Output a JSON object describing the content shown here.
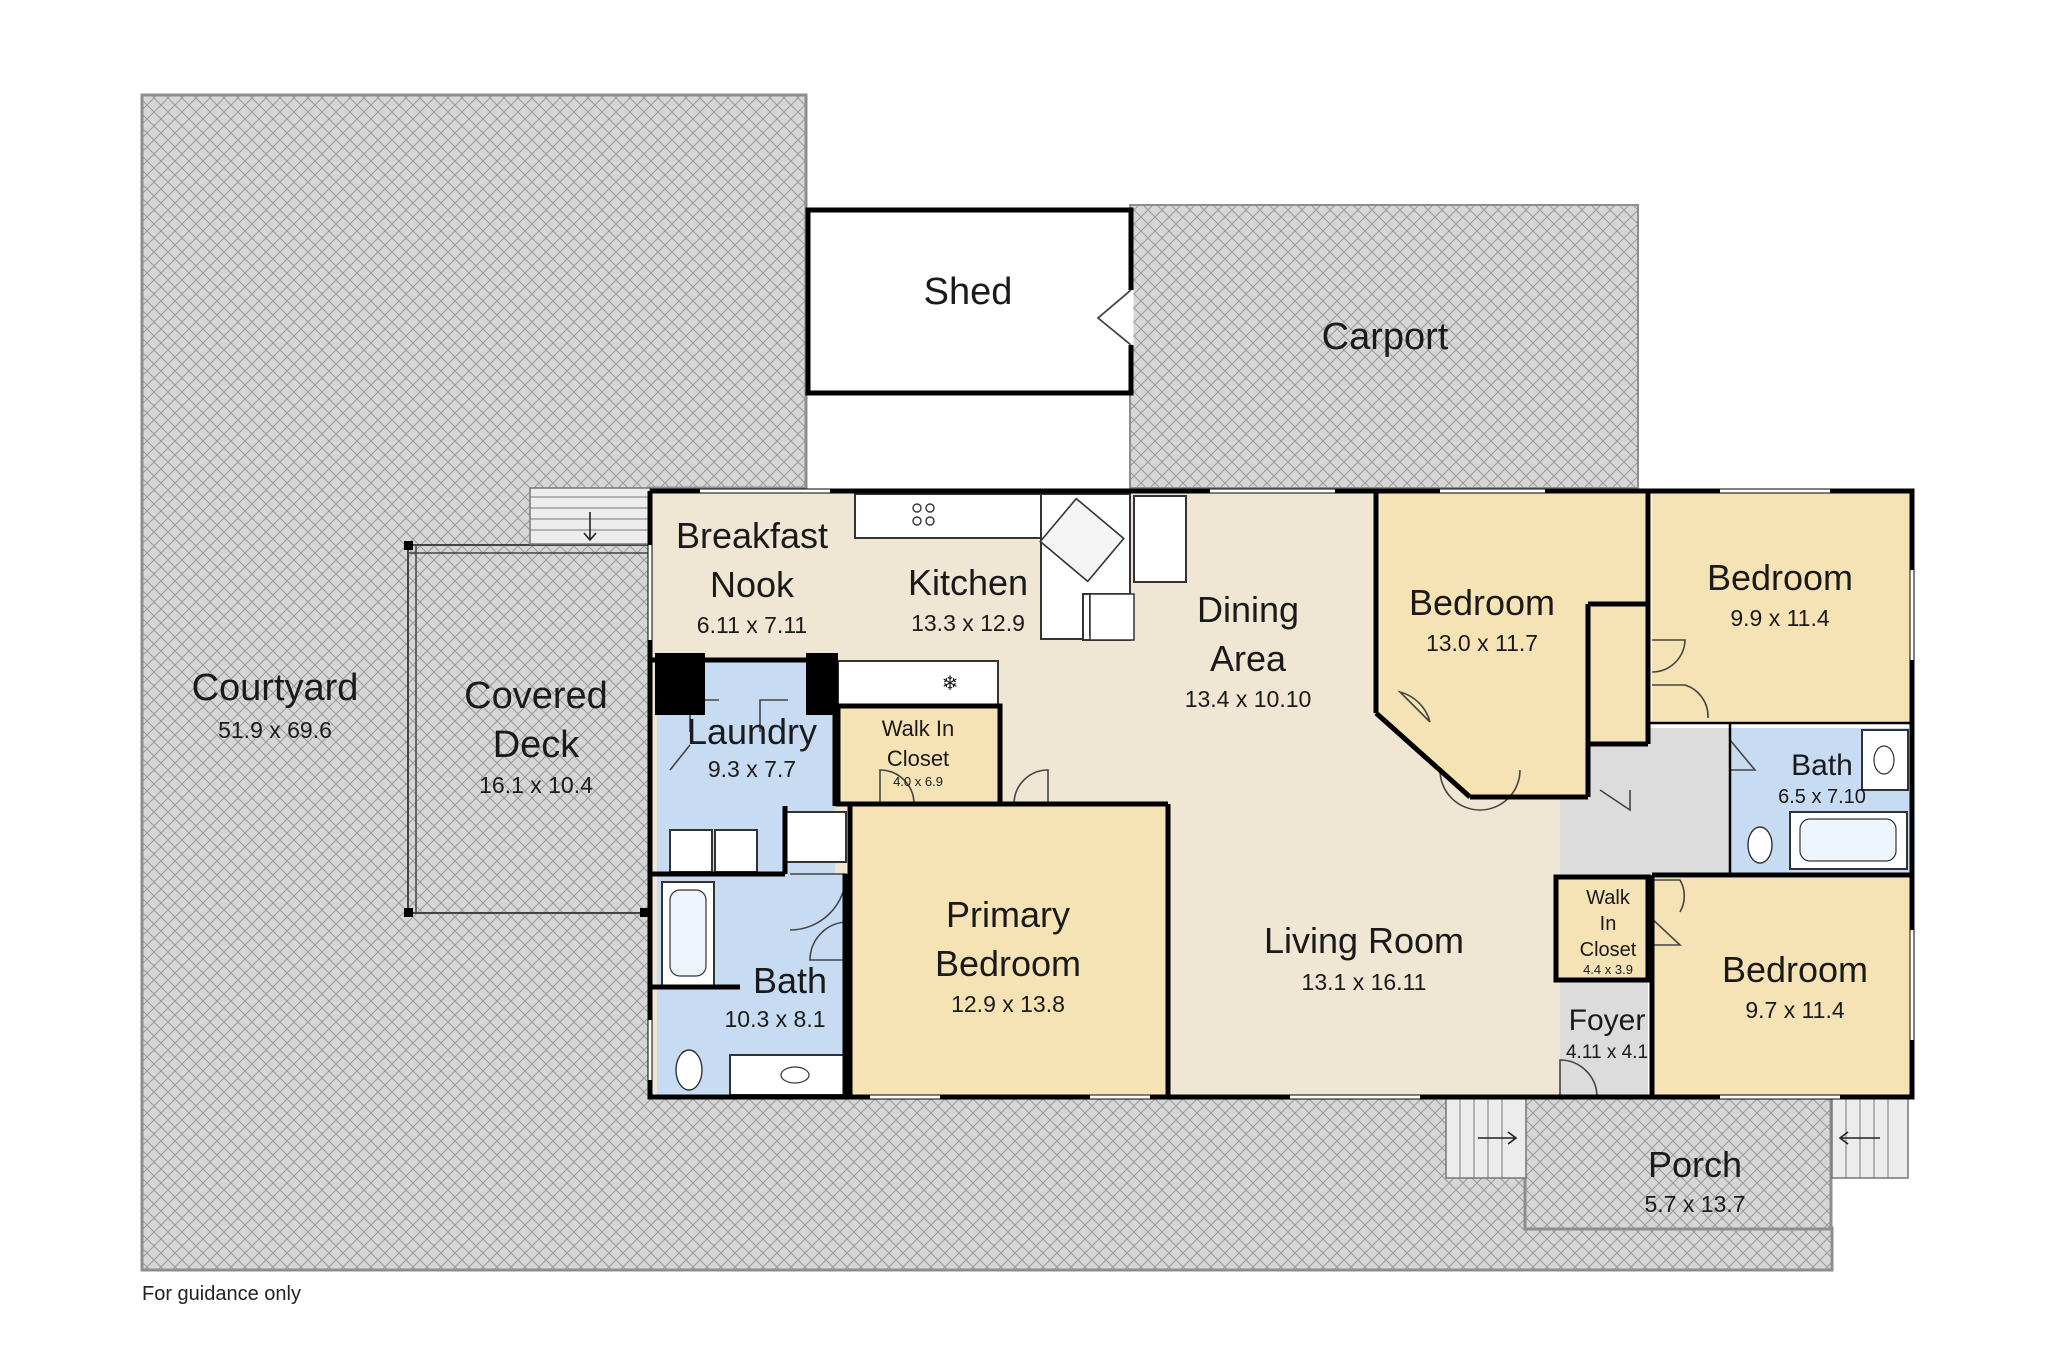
{
  "rooms": {
    "courtyard": {
      "name": "Courtyard",
      "size": "51.9 x 69.6"
    },
    "covered_deck": {
      "name_line1": "Covered",
      "name_line2": "Deck",
      "size": "16.1 x 10.4"
    },
    "shed": {
      "name": "Shed"
    },
    "carport": {
      "name": "Carport"
    },
    "breakfast_nook": {
      "name_line1": "Breakfast",
      "name_line2": "Nook",
      "size": "6.11 x 7.11"
    },
    "kitchen": {
      "name": "Kitchen",
      "size": "13.3 x 12.9"
    },
    "dining_area": {
      "name_line1": "Dining",
      "name_line2": "Area",
      "size": "13.4 x 10.10"
    },
    "bedroom_2": {
      "name": "Bedroom",
      "size": "13.0 x 11.7"
    },
    "bedroom_3": {
      "name": "Bedroom",
      "size": "9.9 x 11.4"
    },
    "laundry": {
      "name": "Laundry",
      "size": "9.3 x 7.7"
    },
    "walk_in_closet_primary": {
      "name_line1": "Walk In",
      "name_line2": "Closet",
      "size": "4.0 x 6.9"
    },
    "bath_main": {
      "name": "Bath",
      "size": "10.3 x 8.1"
    },
    "primary_bedroom": {
      "name_line1": "Primary",
      "name_line2": "Bedroom",
      "size": "12.9 x 13.8"
    },
    "living_room": {
      "name": "Living Room",
      "size": "13.1 x 16.11"
    },
    "bath_2": {
      "name": "Bath",
      "size": "6.5 x 7.10"
    },
    "walk_in_closet_2": {
      "name_line1": "Walk",
      "name_line2": "In",
      "name_line3": "Closet",
      "size": "4.4 x 3.9"
    },
    "bedroom_4": {
      "name": "Bedroom",
      "size": "9.7 x 11.4"
    },
    "foyer": {
      "name": "Foyer",
      "size": "4.11 x 4.1"
    },
    "porch": {
      "name": "Porch",
      "size": "5.7 x 13.7"
    }
  },
  "footer": {
    "note": "For guidance only"
  },
  "colors": {
    "living": "#efe6d3",
    "bedroom": "#f5e3b6",
    "wet": "#c7dbf2",
    "hall": "#dcdcdc",
    "outdoor": "#d8d8d8",
    "wall": "#000000"
  }
}
